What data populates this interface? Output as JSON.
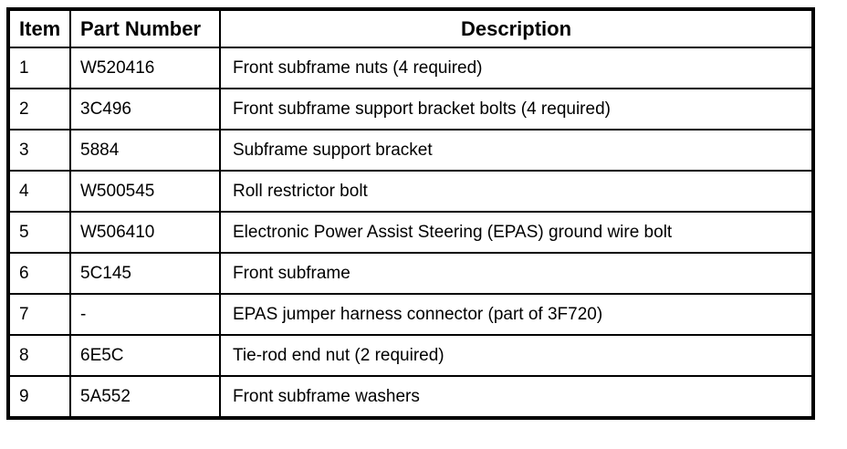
{
  "table": {
    "columns": [
      {
        "key": "item",
        "label": "Item"
      },
      {
        "key": "part_number",
        "label": "Part Number"
      },
      {
        "key": "description",
        "label": "Description"
      }
    ],
    "rows": [
      {
        "item": "1",
        "part_number": "W520416",
        "description": "Front subframe nuts (4 required)"
      },
      {
        "item": "2",
        "part_number": "3C496",
        "description": "Front subframe support bracket bolts (4 required)"
      },
      {
        "item": "3",
        "part_number": "5884",
        "description": "Subframe support bracket"
      },
      {
        "item": "4",
        "part_number": "W500545",
        "description": "Roll restrictor bolt"
      },
      {
        "item": "5",
        "part_number": "W506410",
        "description": "Electronic Power Assist Steering (EPAS) ground wire bolt"
      },
      {
        "item": "6",
        "part_number": "5C145",
        "description": "Front subframe"
      },
      {
        "item": "7",
        "part_number": "-",
        "description": "EPAS jumper harness connector (part of 3F720)"
      },
      {
        "item": "8",
        "part_number": "6E5C",
        "description": "Tie-rod end nut (2 required)"
      },
      {
        "item": "9",
        "part_number": "5A552",
        "description": "Front subframe washers"
      }
    ]
  },
  "colors": {
    "border": "#000000",
    "text": "#000000",
    "background": "#ffffff"
  }
}
